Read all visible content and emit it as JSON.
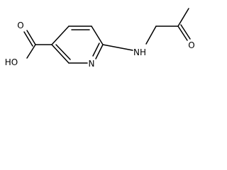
{
  "molecule": {
    "labels": {
      "carbonyl_o": "O",
      "hydroxyl": "HO",
      "ring_n": "N",
      "amine_nh": "NH",
      "ketone_o": "O"
    },
    "colors": {
      "bond": "#000000",
      "background": "#ffffff"
    }
  }
}
